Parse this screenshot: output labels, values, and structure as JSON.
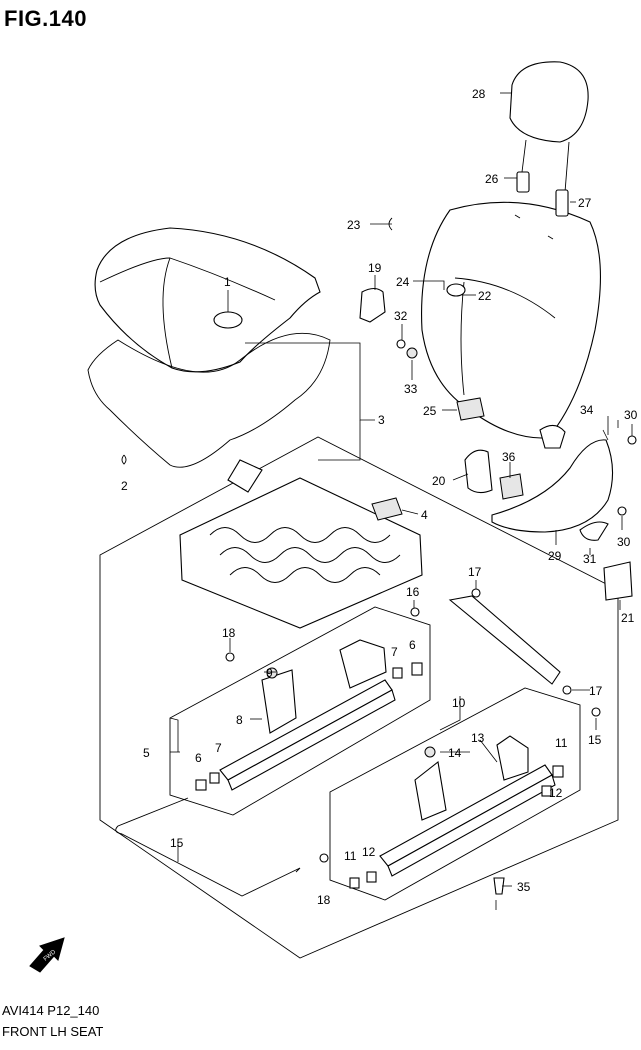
{
  "figure": {
    "title": "FIG.140"
  },
  "caption": {
    "code": "AVI414 P12_140",
    "title": "FRONT LH SEAT"
  },
  "fwd_arrow": {
    "label": "FWD"
  },
  "callouts": [
    {
      "id": "c1",
      "label": "1"
    },
    {
      "id": "c2",
      "label": "2"
    },
    {
      "id": "c3",
      "label": "3"
    },
    {
      "id": "c4",
      "label": "4"
    },
    {
      "id": "c5",
      "label": "5"
    },
    {
      "id": "c6a",
      "label": "6"
    },
    {
      "id": "c6b",
      "label": "6"
    },
    {
      "id": "c7a",
      "label": "7"
    },
    {
      "id": "c7b",
      "label": "7"
    },
    {
      "id": "c8",
      "label": "8"
    },
    {
      "id": "c9",
      "label": "9"
    },
    {
      "id": "c10",
      "label": "10"
    },
    {
      "id": "c11a",
      "label": "11"
    },
    {
      "id": "c11b",
      "label": "11"
    },
    {
      "id": "c12a",
      "label": "12"
    },
    {
      "id": "c12b",
      "label": "12"
    },
    {
      "id": "c13",
      "label": "13"
    },
    {
      "id": "c14",
      "label": "14"
    },
    {
      "id": "c15a",
      "label": "15"
    },
    {
      "id": "c15b",
      "label": "15"
    },
    {
      "id": "c16",
      "label": "16"
    },
    {
      "id": "c17a",
      "label": "17"
    },
    {
      "id": "c17b",
      "label": "17"
    },
    {
      "id": "c18a",
      "label": "18"
    },
    {
      "id": "c18b",
      "label": "18"
    },
    {
      "id": "c19",
      "label": "19"
    },
    {
      "id": "c20",
      "label": "20"
    },
    {
      "id": "c21",
      "label": "21"
    },
    {
      "id": "c22",
      "label": "22"
    },
    {
      "id": "c23",
      "label": "23"
    },
    {
      "id": "c24",
      "label": "24"
    },
    {
      "id": "c25",
      "label": "25"
    },
    {
      "id": "c26",
      "label": "26"
    },
    {
      "id": "c27",
      "label": "27"
    },
    {
      "id": "c28",
      "label": "28"
    },
    {
      "id": "c29",
      "label": "29"
    },
    {
      "id": "c30a",
      "label": "30"
    },
    {
      "id": "c30b",
      "label": "30"
    },
    {
      "id": "c31",
      "label": "31"
    },
    {
      "id": "c32",
      "label": "32"
    },
    {
      "id": "c33",
      "label": "33"
    },
    {
      "id": "c34",
      "label": "34"
    },
    {
      "id": "c35",
      "label": "35"
    },
    {
      "id": "c36",
      "label": "36"
    }
  ]
}
